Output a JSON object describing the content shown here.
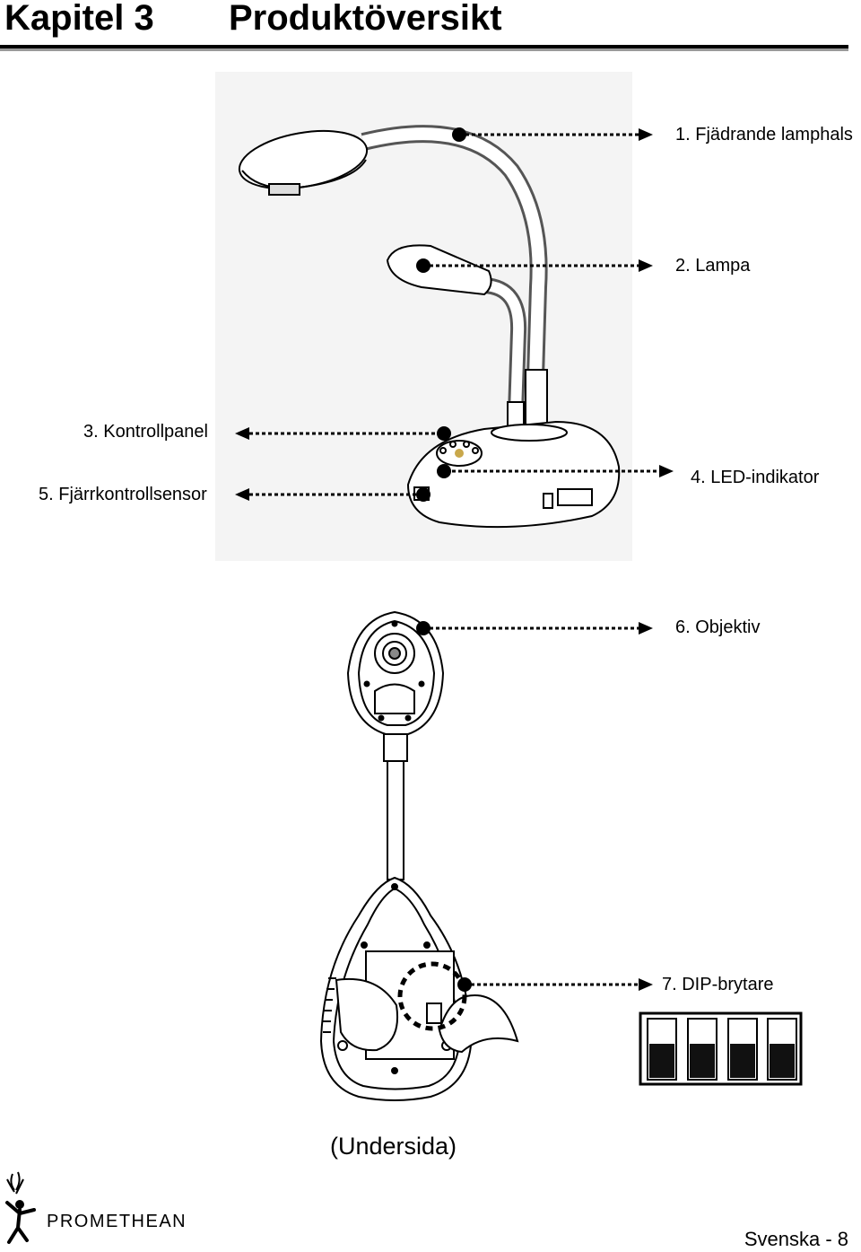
{
  "header": {
    "chapter": "Kapitel 3",
    "title": "Produktöversikt"
  },
  "callouts": {
    "c1": "1. Fjädrande lamphals",
    "c2": "2. Lampa",
    "c3": "3. Kontrollpanel",
    "c4": "4. LED-indikator",
    "c5": "5. Fjärrkontrollsensor",
    "c6": "6. Objektiv",
    "c7": "7. DIP-brytare"
  },
  "caption": "(Undersida)",
  "logo": {
    "text": "PROMETHEAN"
  },
  "footer": {
    "page": "Svenska - 8"
  },
  "dip_switches": {
    "count": 4,
    "state": "off"
  }
}
